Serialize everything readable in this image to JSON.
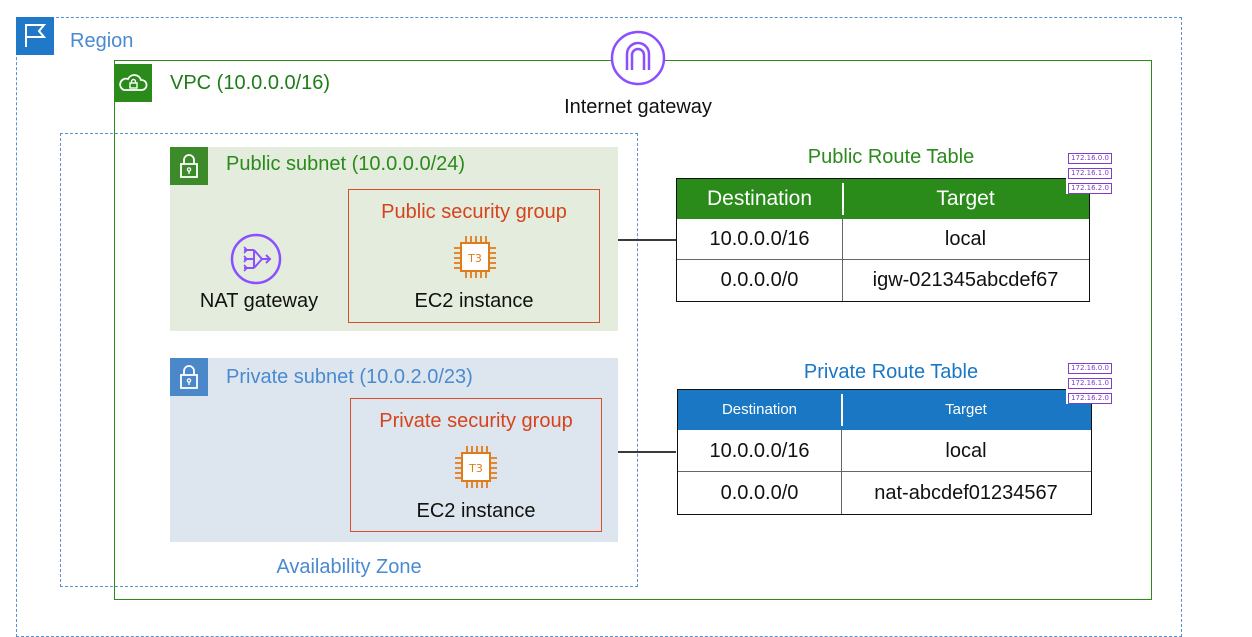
{
  "region": {
    "label": "Region"
  },
  "vpc": {
    "label": "VPC (10.0.0.0/16)"
  },
  "internet_gateway": {
    "label": "Internet gateway"
  },
  "availability_zone": {
    "label": "Availability Zone"
  },
  "public_subnet": {
    "label": "Public subnet (10.0.0.0/24)",
    "nat_gateway_label": "NAT gateway",
    "security_group": {
      "label": "Public security group",
      "instance_label": "EC2 instance",
      "instance_type": "T3"
    }
  },
  "private_subnet": {
    "label": "Private subnet (10.0.2.0/23)",
    "security_group": {
      "label": "Private security group",
      "instance_label": "EC2 instance",
      "instance_type": "T3"
    }
  },
  "public_route_table": {
    "title": "Public Route Table",
    "headers": [
      "Destination",
      "Target"
    ],
    "rows": [
      {
        "destination": "10.0.0.0/16",
        "target": "local"
      },
      {
        "destination": "0.0.0.0/0",
        "target": "igw-021345abcdef67"
      }
    ],
    "icon_entries": [
      "172.16.0.0",
      "172.16.1.0",
      "172.16.2.0"
    ]
  },
  "private_route_table": {
    "title": "Private Route Table",
    "headers": [
      "Destination",
      "Target"
    ],
    "rows": [
      {
        "destination": "10.0.0.0/16",
        "target": "local"
      },
      {
        "destination": "0.0.0.0/0",
        "target": "nat-abcdef01234567"
      }
    ],
    "icon_entries": [
      "172.16.0.0",
      "172.16.1.0",
      "172.16.2.0"
    ]
  },
  "colors": {
    "region": "#4a8ad1",
    "vpc": "#2a8a1a",
    "public_subnet_fill": "#e3ecdd",
    "private_subnet_fill": "#dde6ee",
    "security_group": "#d94f2a",
    "ec2_icon": "#e07b1a",
    "gateway_icon": "#8c4fff",
    "route_table_icon": "#7d3fc7"
  },
  "icons": [
    "flag-icon",
    "cloud-lock-icon",
    "internet-gateway-icon",
    "padlock-icon",
    "nat-gateway-icon",
    "ec2-chip-icon",
    "route-table-icon"
  ]
}
